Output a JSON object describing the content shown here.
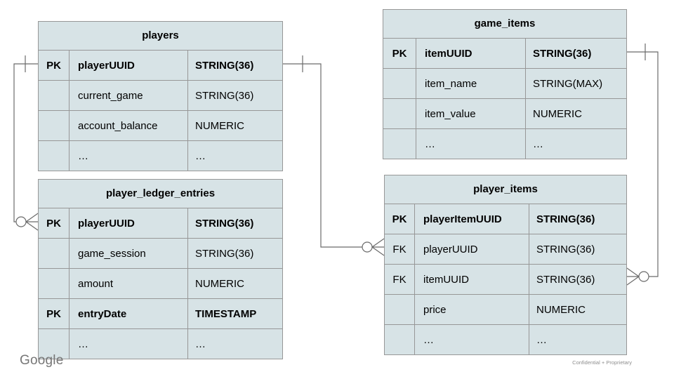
{
  "page": {
    "kind": "entity-relationship-diagram-slide",
    "footer_logo": "Google",
    "footer_note": "Confidential + Proprietary"
  },
  "colors": {
    "table_fill": "#d7e3e6",
    "table_border": "#979797",
    "relationship_line": "#6b6b6b",
    "text": "#000000",
    "logo_gray": "#767676",
    "footer_gray": "#8f8f8f",
    "background": "#ffffff"
  },
  "tables": {
    "players": {
      "title": "players",
      "rows": [
        {
          "key": "PK",
          "name": "playerUUID",
          "type": "STRING(36)"
        },
        {
          "key": "",
          "name": "current_game",
          "type": "STRING(36)"
        },
        {
          "key": "",
          "name": "account_balance",
          "type": "NUMERIC"
        },
        {
          "key": "",
          "name": "…",
          "type": "…"
        }
      ]
    },
    "player_ledger_entries": {
      "title": "player_ledger_entries",
      "rows": [
        {
          "key": "PK",
          "name": "playerUUID",
          "type": "STRING(36)"
        },
        {
          "key": "",
          "name": "game_session",
          "type": "STRING(36)"
        },
        {
          "key": "",
          "name": "amount",
          "type": "NUMERIC"
        },
        {
          "key": "PK",
          "name": "entryDate",
          "type": "TIMESTAMP"
        },
        {
          "key": "",
          "name": "…",
          "type": "…"
        }
      ]
    },
    "game_items": {
      "title": "game_items",
      "rows": [
        {
          "key": "PK",
          "name": "itemUUID",
          "type": "STRING(36)"
        },
        {
          "key": "",
          "name": "item_name",
          "type": "STRING(MAX)"
        },
        {
          "key": "",
          "name": "item_value",
          "type": "NUMERIC"
        },
        {
          "key": "",
          "name": "…",
          "type": "…"
        }
      ]
    },
    "player_items": {
      "title": "player_items",
      "rows": [
        {
          "key": "PK",
          "name": "playerItemUUID",
          "type": "STRING(36)"
        },
        {
          "key": "FK",
          "name": "playerUUID",
          "type": "STRING(36)"
        },
        {
          "key": "FK",
          "name": "itemUUID",
          "type": "STRING(36)"
        },
        {
          "key": "",
          "name": "price",
          "type": "NUMERIC"
        },
        {
          "key": "",
          "name": "…",
          "type": "…"
        }
      ]
    }
  },
  "relationships": [
    {
      "from": "players.playerUUID",
      "to": "player_ledger_entries.playerUUID",
      "from_cardinality": "one",
      "to_cardinality": "zero-or-many"
    },
    {
      "from": "players.playerUUID",
      "to": "player_items.playerUUID",
      "from_cardinality": "one",
      "to_cardinality": "zero-or-many"
    },
    {
      "from": "game_items.itemUUID",
      "to": "player_items.itemUUID",
      "from_cardinality": "one",
      "to_cardinality": "zero-or-many"
    }
  ]
}
